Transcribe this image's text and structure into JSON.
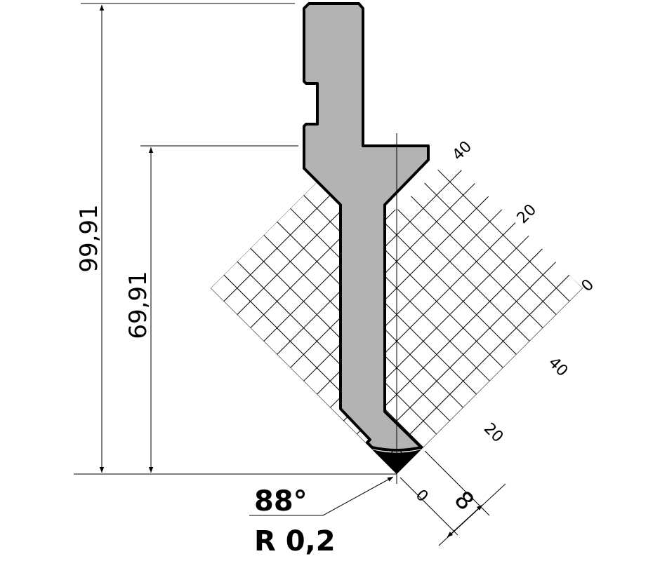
{
  "drawing": {
    "dimensions": {
      "total_height": "99,91",
      "working_height": "69,91",
      "tip_offset": "8",
      "tip_zero": "0"
    },
    "tip": {
      "angle": "88°",
      "radius": "R 0,2"
    },
    "grid_axis_labels": {
      "upper": [
        "40",
        "20",
        "0"
      ],
      "lower": [
        "40",
        "20"
      ]
    },
    "colors": {
      "punch_fill": "#b3b3b3",
      "outline": "#000000",
      "tip_fill": "#000000"
    }
  }
}
